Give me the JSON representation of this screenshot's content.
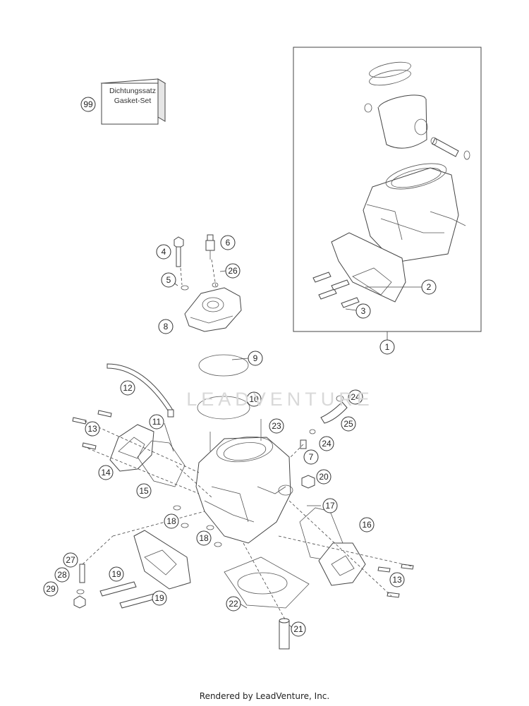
{
  "gasket_set": {
    "line1": "Dichtungssatz",
    "line2": "Gasket-Set"
  },
  "watermark": "LEADVENTURE",
  "footer": "Rendered by LeadVenture, Inc.",
  "callouts": [
    {
      "label": "99"
    },
    {
      "label": "4"
    },
    {
      "label": "6"
    },
    {
      "label": "5"
    },
    {
      "label": "26"
    },
    {
      "label": "8"
    },
    {
      "label": "9"
    },
    {
      "label": "12"
    },
    {
      "label": "10"
    },
    {
      "label": "24"
    },
    {
      "label": "11"
    },
    {
      "label": "13"
    },
    {
      "label": "25"
    },
    {
      "label": "23"
    },
    {
      "label": "24"
    },
    {
      "label": "7"
    },
    {
      "label": "14"
    },
    {
      "label": "20"
    },
    {
      "label": "15"
    },
    {
      "label": "17"
    },
    {
      "label": "18"
    },
    {
      "label": "16"
    },
    {
      "label": "18"
    },
    {
      "label": "27"
    },
    {
      "label": "19"
    },
    {
      "label": "28"
    },
    {
      "label": "13"
    },
    {
      "label": "29"
    },
    {
      "label": "19"
    },
    {
      "label": "22"
    },
    {
      "label": "21"
    },
    {
      "label": "2"
    },
    {
      "label": "3"
    },
    {
      "label": "1"
    }
  ]
}
